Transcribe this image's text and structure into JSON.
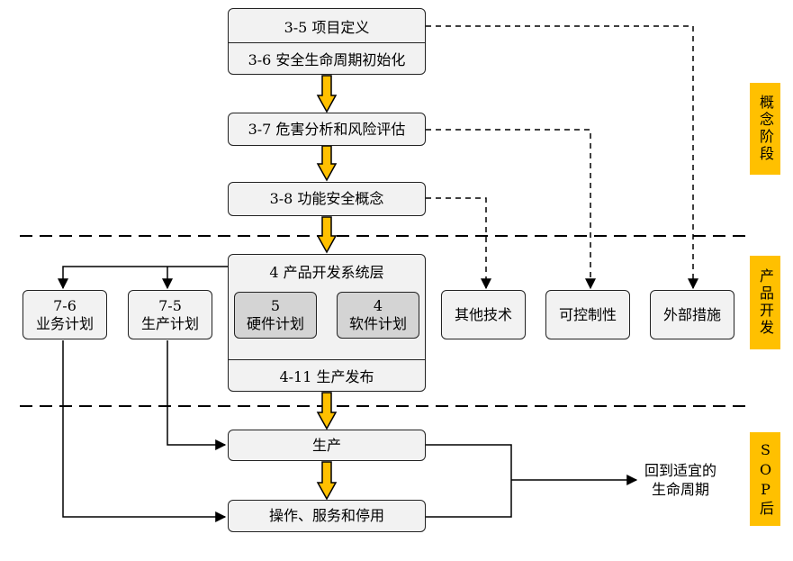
{
  "concept": {
    "item_definition": "3-5 项目定义",
    "lifecycle_init": "3-6 安全生命周期初始化",
    "hara": "3-7 危害分析和风险评估",
    "fsc": "3-8 功能安全概念"
  },
  "product": {
    "system_level": "4 产品开发系统层",
    "hardware_num": "5",
    "hardware_label": "硬件计划",
    "software_num": "4",
    "software_label": "软件计划",
    "production_release": "4-11 生产发布",
    "business_plan_num": "7-6",
    "business_plan_label": "业务计划",
    "production_plan_num": "7-5",
    "production_plan_label": "生产计划",
    "other_tech": "其他技术",
    "controllability": "可控制性",
    "external_measures": "外部措施"
  },
  "sop": {
    "production": "生产",
    "operation": "操作、服务和停用",
    "return_line1": "回到适宜的",
    "return_line2": "生命周期"
  },
  "stages": {
    "concept": "概念阶段",
    "development": "产品开发",
    "post_sop": "SOP后"
  },
  "colors": {
    "stage_bg": "#ffc000",
    "arrow_fill": "#ffc000",
    "box_bg": "#f2f2f2",
    "inner_box_bg": "#d4d4d4"
  }
}
